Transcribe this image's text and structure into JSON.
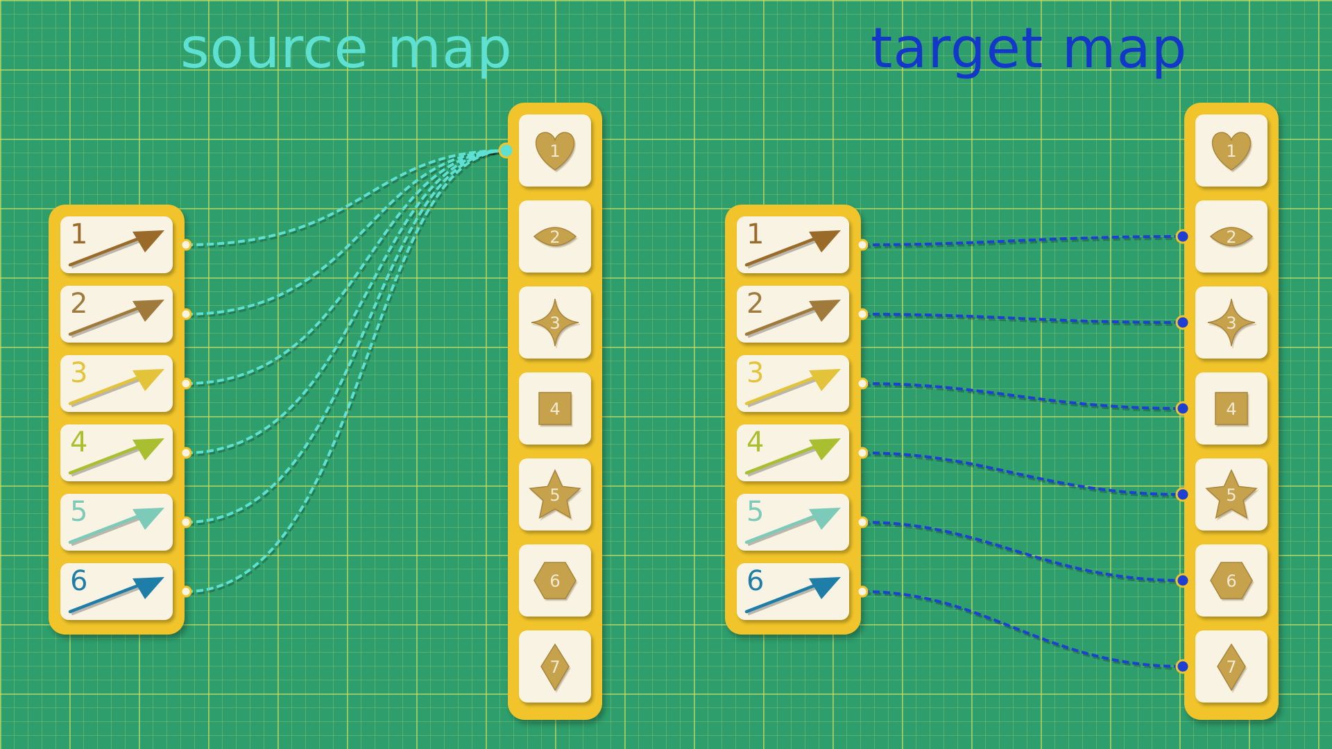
{
  "titles": {
    "source": "source map",
    "target": "target map"
  },
  "colors": {
    "panel": "#f0c42a",
    "card": "#f9f3e4",
    "shape": "#c7a24d",
    "source_line": "#5ee0d2",
    "target_line": "#1d3fd2",
    "port": "#f9f3e4"
  },
  "arrow_labels": [
    {
      "number": "1",
      "color": "#9a6b28"
    },
    {
      "number": "2",
      "color": "#a07a3a"
    },
    {
      "number": "3",
      "color": "#e2c33a"
    },
    {
      "number": "4",
      "color": "#a9bf30"
    },
    {
      "number": "5",
      "color": "#7ccbb9"
    },
    {
      "number": "6",
      "color": "#1f7ea7"
    }
  ],
  "shapes": [
    {
      "number": "1",
      "icon": "heart-icon"
    },
    {
      "number": "2",
      "icon": "eye-icon"
    },
    {
      "number": "3",
      "icon": "four-point-star-icon"
    },
    {
      "number": "4",
      "icon": "square-icon"
    },
    {
      "number": "5",
      "icon": "star-icon"
    },
    {
      "number": "6",
      "icon": "hexagon-icon"
    },
    {
      "number": "7",
      "icon": "diamond-icon"
    }
  ],
  "source_connections": [
    {
      "from": "1",
      "to": "1"
    },
    {
      "from": "2",
      "to": "1"
    },
    {
      "from": "3",
      "to": "1"
    },
    {
      "from": "4",
      "to": "1"
    },
    {
      "from": "5",
      "to": "1"
    },
    {
      "from": "6",
      "to": "1"
    }
  ],
  "target_connections": [
    {
      "from": "1",
      "to": "2"
    },
    {
      "from": "2",
      "to": "3"
    },
    {
      "from": "3",
      "to": "4"
    },
    {
      "from": "4",
      "to": "5"
    },
    {
      "from": "5",
      "to": "6"
    },
    {
      "from": "6",
      "to": "7"
    }
  ]
}
